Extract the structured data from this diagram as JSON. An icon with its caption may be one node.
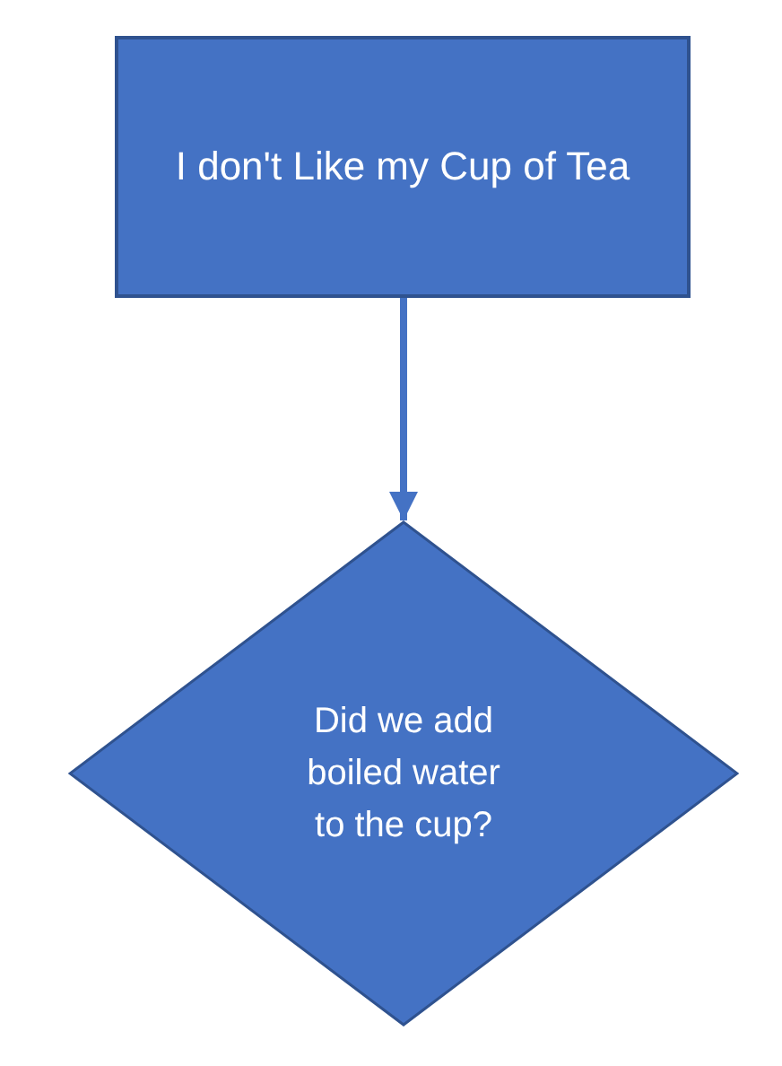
{
  "diagram": {
    "nodes": [
      {
        "text": [
          "I don't Like my Cup of Tea"
        ]
      },
      {
        "text": [
          "Did we add boiled water to the cup?"
        ]
      }
    ],
    "edges": [
      {
        "from": 0,
        "to": 1,
        "arrow": "to"
      }
    ]
  }
}
